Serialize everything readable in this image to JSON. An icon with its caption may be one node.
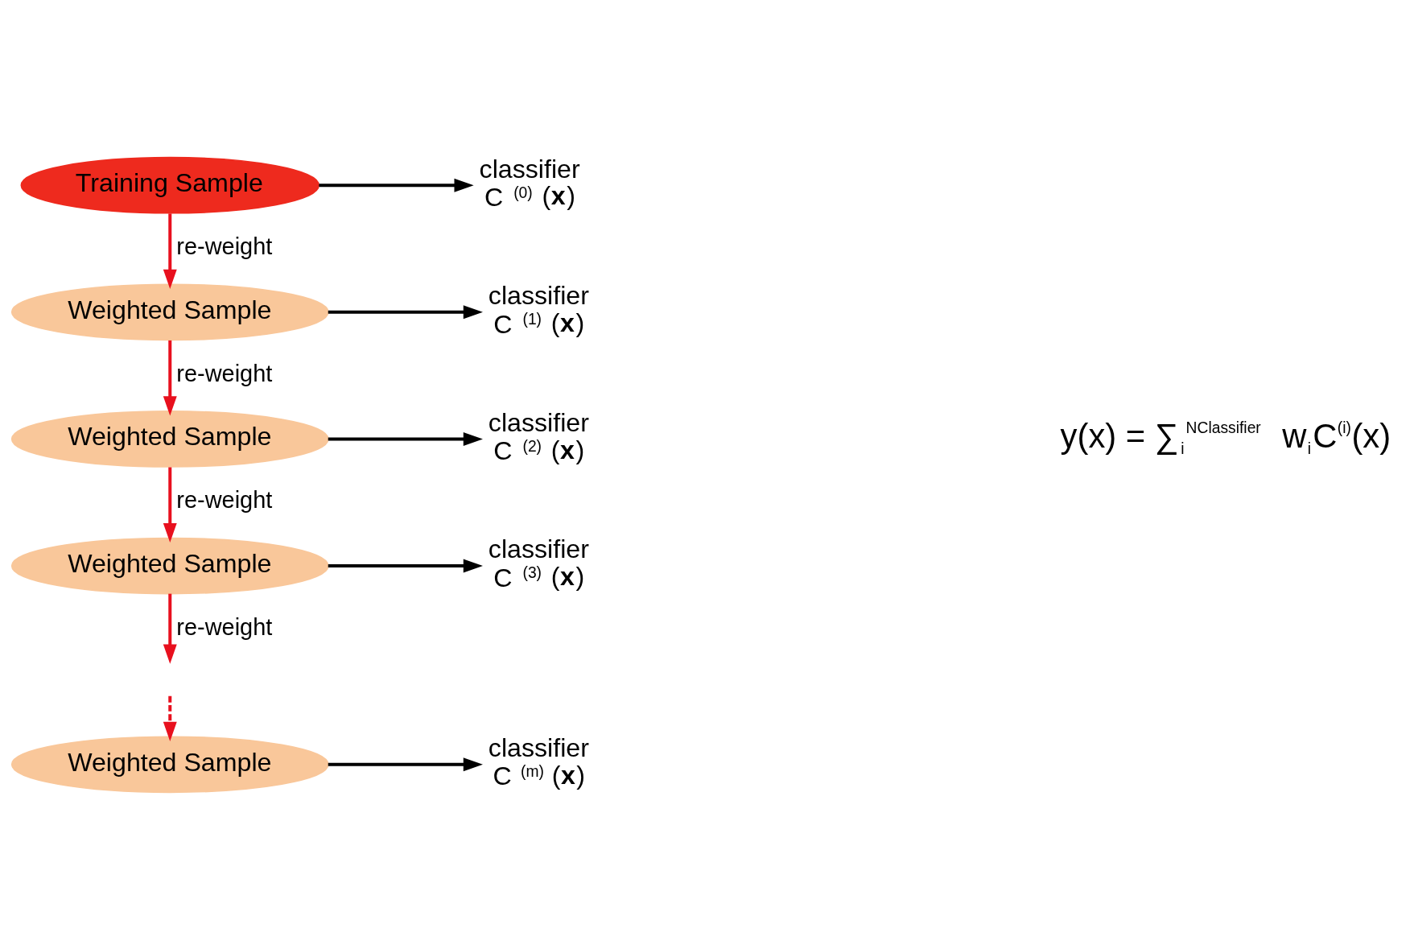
{
  "diagram": {
    "nodes": [
      {
        "text": [
          "Training Sample"
        ]
      },
      {
        "text": [
          "Weighted Sample"
        ]
      },
      {
        "text": [
          "Weighted Sample"
        ]
      },
      {
        "text": [
          "Weighted Sample"
        ]
      },
      {
        "text": [
          "Weighted Sample"
        ]
      },
      {
        "text": [
          "classifier",
          "C$^{(0)}$(**x**)"
        ]
      },
      {
        "text": [
          "classifier",
          "C$^{(1)}$(**x**)"
        ]
      },
      {
        "text": [
          "classifier",
          "C$^{(2)}$(**x**)"
        ]
      },
      {
        "text": [
          "classifier",
          "C$^{(3)}$(**x**)"
        ]
      },
      {
        "text": [
          "classifier",
          "C$^{(m)}$(**x**)"
        ]
      }
    ],
    "edges": [
      {
        "from": 0,
        "to": 5,
        "arrow": "to"
      },
      {
        "from": 0,
        "to": 1,
        "arrow": "to",
        "label": "re-weight",
        "color": "#e8101e"
      },
      {
        "from": 1,
        "to": 6,
        "arrow": "to"
      },
      {
        "from": 1,
        "to": 2,
        "arrow": "to",
        "label": "re-weight",
        "color": "#e8101e"
      },
      {
        "from": 2,
        "to": 7,
        "arrow": "to"
      },
      {
        "from": 2,
        "to": 3,
        "arrow": "to",
        "label": "re-weight",
        "color": "#e8101e"
      },
      {
        "from": 3,
        "to": 8,
        "arrow": "to"
      },
      {
        "from": 3,
        "to": null,
        "arrow": "to",
        "label": "re-weight",
        "color": "#e8101e"
      },
      {
        "from": null,
        "to": 4,
        "arrow": "to",
        "style": "dashed",
        "color": "#e8101e"
      },
      {
        "from": 4,
        "to": 9,
        "arrow": "to"
      }
    ],
    "labels": [
      "y(x) = ∑$_{i}$$^{NClassifier}$ w$_{i}$C$^{(i)}$(x)"
    ]
  }
}
